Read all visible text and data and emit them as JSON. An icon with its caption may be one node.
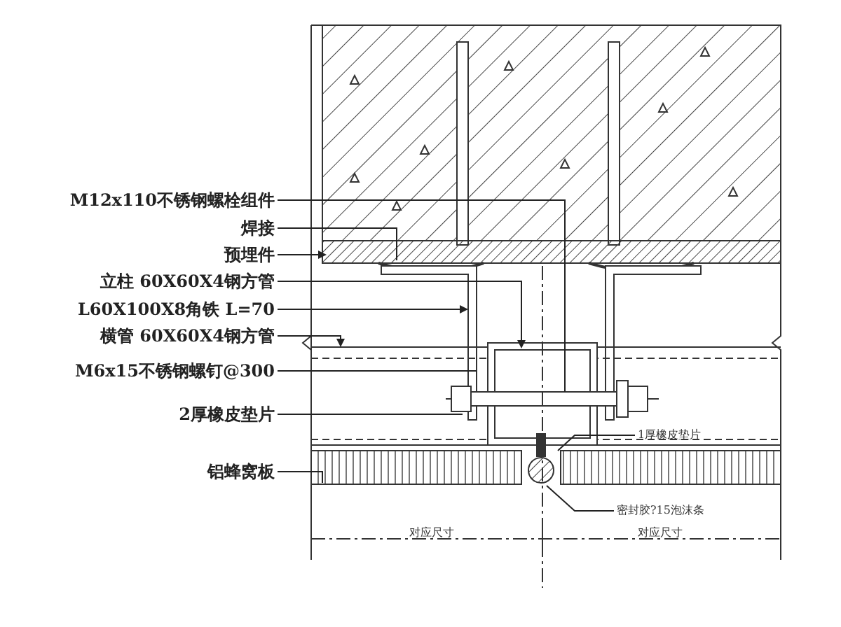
{
  "diagram": {
    "nodes": [
      {
        "text": [
          "M12x110不锈钢螺栓组件"
        ]
      },
      {
        "text": [
          "焊接"
        ]
      },
      {
        "text": [
          "预埋件"
        ]
      },
      {
        "text": [
          "立柱 60X60X4钢方管"
        ]
      },
      {
        "text": [
          "L60X100X8角铁 L=70"
        ]
      },
      {
        "text": [
          "横管 60X60X4钢方管"
        ]
      },
      {
        "text": [
          "M6x15不锈钢螺钉@300"
        ]
      },
      {
        "text": [
          "2厚橡皮垫片"
        ]
      },
      {
        "text": [
          "铝蜂窝板"
        ]
      },
      {
        "text": [
          "1厚橡皮垫片"
        ]
      },
      {
        "text": [
          "密封胶?15泡沫条"
        ]
      }
    ],
    "edges": [
      {
        "from": 0,
        "to": null,
        "arrow": "none"
      },
      {
        "from": 1,
        "to": null,
        "arrow": "none"
      },
      {
        "from": 2,
        "to": null,
        "arrow": "to"
      },
      {
        "from": 3,
        "to": null,
        "arrow": "to"
      },
      {
        "from": 4,
        "to": null,
        "arrow": "to"
      },
      {
        "from": 5,
        "to": null,
        "arrow": "to"
      },
      {
        "from": 6,
        "to": null,
        "arrow": "none"
      },
      {
        "from": 7,
        "to": null,
        "arrow": "none"
      },
      {
        "from": 8,
        "to": null,
        "arrow": "none"
      },
      {
        "from": 9,
        "to": null,
        "arrow": "none"
      },
      {
        "from": 10,
        "to": null,
        "arrow": "none"
      }
    ],
    "labels": [
      "对应尺寸",
      "对应尺寸"
    ]
  }
}
